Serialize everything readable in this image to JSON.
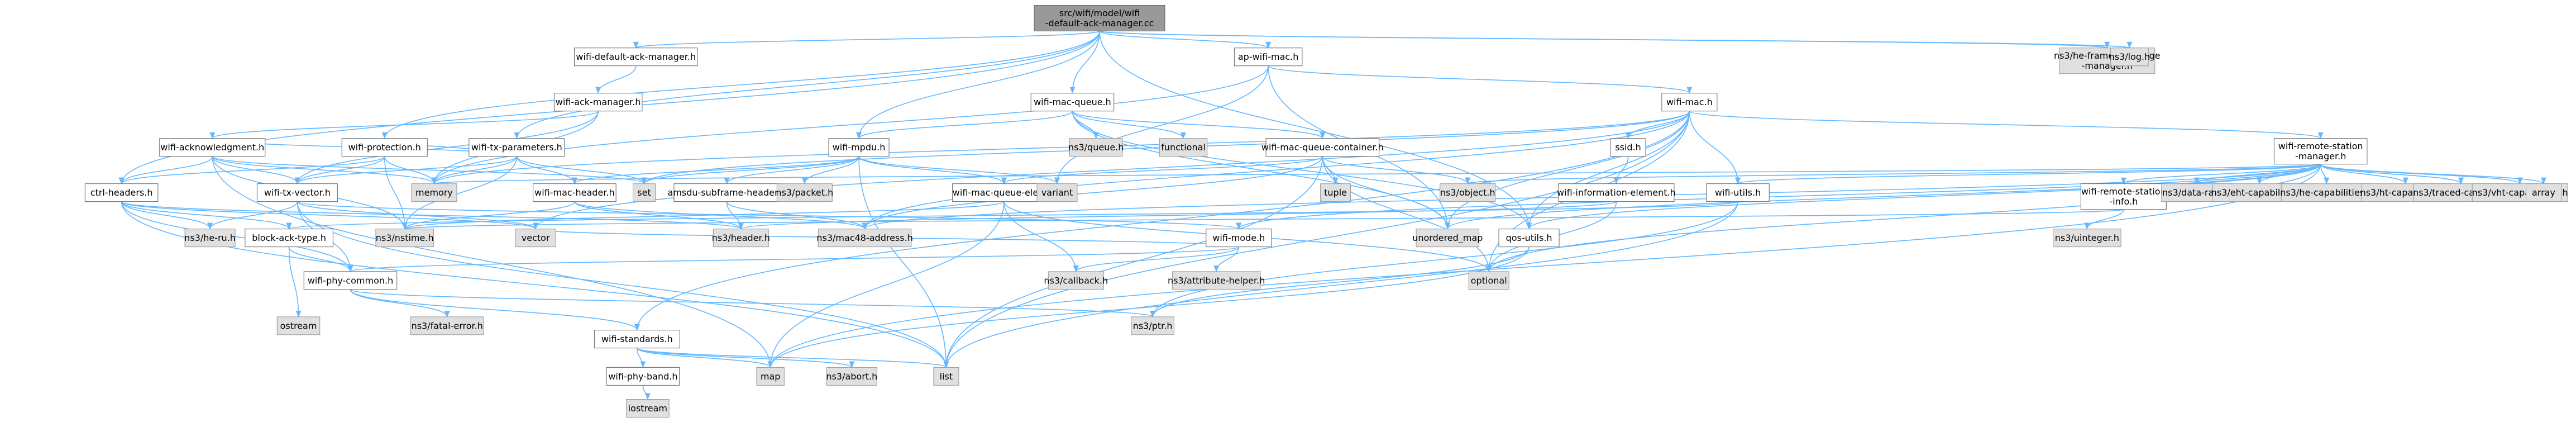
{
  "diagram": {
    "title": "",
    "nodes": [
      {
        "id": "root",
        "kind": "root",
        "label": [
          "src/wifi/model/wifi",
          "-default-ack-manager.cc"
        ]
      },
      {
        "id": "wdam",
        "kind": "proj",
        "label": [
          "wifi-default-ack-manager.h"
        ]
      },
      {
        "id": "wam",
        "kind": "proj",
        "label": [
          "wifi-ack-manager.h"
        ]
      },
      {
        "id": "wack",
        "kind": "proj",
        "label": [
          "wifi-acknowledgment.h"
        ]
      },
      {
        "id": "wprot",
        "kind": "proj",
        "label": [
          "wifi-protection.h"
        ]
      },
      {
        "id": "ctrl",
        "kind": "proj",
        "label": [
          "ctrl-headers.h"
        ]
      },
      {
        "id": "wtv",
        "kind": "proj",
        "label": [
          "wifi-tx-vector.h"
        ]
      },
      {
        "id": "wtp",
        "kind": "proj",
        "label": [
          "wifi-tx-parameters.h"
        ]
      },
      {
        "id": "bat",
        "kind": "proj",
        "label": [
          "block-ack-type.h"
        ]
      },
      {
        "id": "wpc",
        "kind": "proj",
        "label": [
          "wifi-phy-common.h"
        ]
      },
      {
        "id": "wstd",
        "kind": "proj",
        "label": [
          "wifi-standards.h"
        ]
      },
      {
        "id": "wpb",
        "kind": "proj",
        "label": [
          "wifi-phy-band.h"
        ]
      },
      {
        "id": "wmh",
        "kind": "proj",
        "label": [
          "wifi-mac-header.h"
        ]
      },
      {
        "id": "wmpdu",
        "kind": "proj",
        "label": [
          "wifi-mpdu.h"
        ]
      },
      {
        "id": "ash",
        "kind": "proj",
        "label": [
          "amsdu-subframe-header.h"
        ]
      },
      {
        "id": "wmqe",
        "kind": "proj",
        "label": [
          "wifi-mac-queue-elem.h"
        ]
      },
      {
        "id": "wmq",
        "kind": "proj",
        "label": [
          "wifi-mac-queue.h"
        ]
      },
      {
        "id": "wmqc",
        "kind": "proj",
        "label": [
          "wifi-mac-queue-container.h"
        ]
      },
      {
        "id": "apwm",
        "kind": "proj",
        "label": [
          "ap-wifi-mac.h"
        ]
      },
      {
        "id": "wmac",
        "kind": "proj",
        "label": [
          "wifi-mac.h"
        ]
      },
      {
        "id": "ssid",
        "kind": "proj",
        "label": [
          "ssid.h"
        ]
      },
      {
        "id": "wie",
        "kind": "proj",
        "label": [
          "wifi-information-element.h"
        ]
      },
      {
        "id": "wrsm",
        "kind": "proj",
        "label": [
          "wifi-remote-station",
          "-manager.h"
        ]
      },
      {
        "id": "wrsi",
        "kind": "proj",
        "label": [
          "wifi-remote-station",
          "-info.h"
        ]
      },
      {
        "id": "wmode",
        "kind": "proj",
        "label": [
          "wifi-mode.h"
        ]
      },
      {
        "id": "qos",
        "kind": "proj",
        "label": [
          "qos-utils.h"
        ]
      },
      {
        "id": "wu",
        "kind": "proj",
        "label": [
          "wifi-utils.h"
        ]
      },
      {
        "id": "hefem",
        "kind": "ext",
        "label": [
          "ns3/he-frame-exchange",
          "-manager.h"
        ]
      },
      {
        "id": "log",
        "kind": "ext",
        "label": [
          "ns3/log.h"
        ]
      },
      {
        "id": "memory",
        "kind": "ext",
        "label": [
          "memory"
        ]
      },
      {
        "id": "heru",
        "kind": "ext",
        "label": [
          "ns3/he-ru.h"
        ]
      },
      {
        "id": "nstime",
        "kind": "ext",
        "label": [
          "ns3/nstime.h"
        ]
      },
      {
        "id": "vector",
        "kind": "ext",
        "label": [
          "vector"
        ]
      },
      {
        "id": "ostream",
        "kind": "ext",
        "label": [
          "ostream"
        ]
      },
      {
        "id": "fatal",
        "kind": "ext",
        "label": [
          "ns3/fatal-error.h"
        ]
      },
      {
        "id": "ptr",
        "kind": "ext",
        "label": [
          "ns3/ptr.h"
        ]
      },
      {
        "id": "map",
        "kind": "ext",
        "label": [
          "map"
        ]
      },
      {
        "id": "abort",
        "kind": "ext",
        "label": [
          "ns3/abort.h"
        ]
      },
      {
        "id": "list",
        "kind": "ext",
        "label": [
          "list"
        ]
      },
      {
        "id": "iostream",
        "kind": "ext",
        "label": [
          "iostream"
        ]
      },
      {
        "id": "set",
        "kind": "ext",
        "label": [
          "set"
        ]
      },
      {
        "id": "header",
        "kind": "ext",
        "label": [
          "ns3/header.h"
        ]
      },
      {
        "id": "mac48",
        "kind": "ext",
        "label": [
          "ns3/mac48-address.h"
        ]
      },
      {
        "id": "packet",
        "kind": "ext",
        "label": [
          "ns3/packet.h"
        ]
      },
      {
        "id": "callback",
        "kind": "ext",
        "label": [
          "ns3/callback.h"
        ]
      },
      {
        "id": "attrh",
        "kind": "ext",
        "label": [
          "ns3/attribute-helper.h"
        ]
      },
      {
        "id": "variant",
        "kind": "ext",
        "label": [
          "variant"
        ]
      },
      {
        "id": "queue",
        "kind": "ext",
        "label": [
          "ns3/queue.h"
        ]
      },
      {
        "id": "functional",
        "kind": "ext",
        "label": [
          "functional"
        ]
      },
      {
        "id": "tuple",
        "kind": "ext",
        "label": [
          "tuple"
        ]
      },
      {
        "id": "object",
        "kind": "ext",
        "label": [
          "ns3/object.h"
        ]
      },
      {
        "id": "umap",
        "kind": "ext",
        "label": [
          "unordered_map"
        ]
      },
      {
        "id": "optional",
        "kind": "ext",
        "label": [
          "optional"
        ]
      },
      {
        "id": "uinteger",
        "kind": "ext",
        "label": [
          "ns3/uinteger.h"
        ]
      },
      {
        "id": "datarate",
        "kind": "ext",
        "label": [
          "ns3/data-rate.h"
        ]
      },
      {
        "id": "ehtcap",
        "kind": "ext",
        "label": [
          "ns3/eht-capabilities.h"
        ]
      },
      {
        "id": "hecap",
        "kind": "ext",
        "label": [
          "ns3/he-capabilities.h"
        ]
      },
      {
        "id": "htcap",
        "kind": "ext",
        "label": [
          "ns3/ht-capabilities.h"
        ]
      },
      {
        "id": "tcb",
        "kind": "ext",
        "label": [
          "ns3/traced-callback.h"
        ]
      },
      {
        "id": "vhtcap",
        "kind": "ext",
        "label": [
          "ns3/vht-capabilities.h"
        ]
      },
      {
        "id": "array",
        "kind": "ext",
        "label": [
          "array"
        ]
      }
    ],
    "edges": [
      [
        "root",
        "wdam"
      ],
      [
        "root",
        "apwm"
      ],
      [
        "root",
        "ctrl"
      ],
      [
        "root",
        "wmpdu"
      ],
      [
        "root",
        "wmq"
      ],
      [
        "root",
        "wprot"
      ],
      [
        "root",
        "wtp"
      ],
      [
        "root",
        "qos"
      ],
      [
        "root",
        "hefem"
      ],
      [
        "root",
        "log"
      ],
      [
        "wdam",
        "wam"
      ],
      [
        "wam",
        "wack"
      ],
      [
        "wam",
        "wtv"
      ],
      [
        "wam",
        "memory"
      ],
      [
        "wack",
        "ctrl"
      ],
      [
        "wack",
        "wtv"
      ],
      [
        "wack",
        "nstime"
      ],
      [
        "wack",
        "map"
      ],
      [
        "wack",
        "memory"
      ],
      [
        "wack",
        "set"
      ],
      [
        "wprot",
        "ctrl"
      ],
      [
        "wprot",
        "wtv"
      ],
      [
        "wprot",
        "nstime"
      ],
      [
        "wprot",
        "memory"
      ],
      [
        "ctrl",
        "bat"
      ],
      [
        "ctrl",
        "heru"
      ],
      [
        "ctrl",
        "wpc"
      ],
      [
        "ctrl",
        "header"
      ],
      [
        "ctrl",
        "list"
      ],
      [
        "ctrl",
        "vector"
      ],
      [
        "wtv",
        "heru"
      ],
      [
        "wtv",
        "wmode"
      ],
      [
        "wtv",
        "wpc"
      ],
      [
        "wtv",
        "list"
      ],
      [
        "wtv",
        "vector"
      ],
      [
        "wtp",
        "wack"
      ],
      [
        "wtp",
        "wmh"
      ],
      [
        "wtp",
        "wprot"
      ],
      [
        "wtp",
        "wtv"
      ],
      [
        "wtp",
        "nstime"
      ],
      [
        "wtp",
        "memory"
      ],
      [
        "wtp",
        "set"
      ],
      [
        "bat",
        "ostream"
      ],
      [
        "bat",
        "wpc"
      ],
      [
        "wpc",
        "wstd"
      ],
      [
        "wpc",
        "fatal"
      ],
      [
        "wpc",
        "ptr"
      ],
      [
        "wstd",
        "wpb"
      ],
      [
        "wstd",
        "abort"
      ],
      [
        "wstd",
        "list"
      ],
      [
        "wstd",
        "map"
      ],
      [
        "wpb",
        "iostream"
      ],
      [
        "wmh",
        "header"
      ],
      [
        "wmh",
        "mac48"
      ],
      [
        "wmh",
        "nstime"
      ],
      [
        "wmpdu",
        "ash"
      ],
      [
        "wmpdu",
        "wmh"
      ],
      [
        "wmpdu",
        "wmqe"
      ],
      [
        "wmpdu",
        "packet"
      ],
      [
        "wmpdu",
        "list"
      ],
      [
        "wmpdu",
        "set"
      ],
      [
        "wmpdu",
        "variant"
      ],
      [
        "ash",
        "header"
      ],
      [
        "ash",
        "mac48"
      ],
      [
        "wmqe",
        "callback"
      ],
      [
        "wmqe",
        "nstime"
      ],
      [
        "wmqe",
        "map"
      ],
      [
        "wmqe",
        "optional"
      ],
      [
        "wmq",
        "wmpdu"
      ],
      [
        "wmq",
        "wmqc"
      ],
      [
        "wmq",
        "queue"
      ],
      [
        "wmq",
        "functional"
      ],
      [
        "wmq",
        "umap"
      ],
      [
        "wmq",
        "qos"
      ],
      [
        "wmqc",
        "wmqe"
      ],
      [
        "wmqc",
        "mac48"
      ],
      [
        "wmqc",
        "list"
      ],
      [
        "wmqc",
        "tuple"
      ],
      [
        "wmqc",
        "umap"
      ],
      [
        "wmqc",
        "object"
      ],
      [
        "wmqc",
        "optional"
      ],
      [
        "apwm",
        "wmac"
      ],
      [
        "apwm",
        "umap"
      ],
      [
        "apwm",
        "variant"
      ],
      [
        "apwm",
        "memory"
      ],
      [
        "wmac",
        "ssid"
      ],
      [
        "wmac",
        "wrsm"
      ],
      [
        "wmac",
        "wstd"
      ],
      [
        "wmac",
        "qos"
      ],
      [
        "wmac",
        "umap"
      ],
      [
        "wmac",
        "list"
      ],
      [
        "wmac",
        "memory"
      ],
      [
        "wmac",
        "set"
      ],
      [
        "wmac",
        "vector"
      ],
      [
        "wmac",
        "mac48"
      ],
      [
        "wmac",
        "optional"
      ],
      [
        "wmac",
        "wu"
      ],
      [
        "ssid",
        "wie"
      ],
      [
        "wie",
        "header"
      ],
      [
        "wie",
        "optional"
      ],
      [
        "wrsm",
        "wrsi"
      ],
      [
        "wrsm",
        "wu"
      ],
      [
        "wrsm",
        "qos"
      ],
      [
        "wrsm",
        "datarate"
      ],
      [
        "wrsm",
        "ehtcap"
      ],
      [
        "wrsm",
        "hecap"
      ],
      [
        "wrsm",
        "htcap"
      ],
      [
        "wrsm",
        "mac48"
      ],
      [
        "wrsm",
        "object"
      ],
      [
        "wrsm",
        "tcb"
      ],
      [
        "wrsm",
        "vhtcap"
      ],
      [
        "wrsm",
        "array"
      ],
      [
        "wrsm",
        "map"
      ],
      [
        "wrsm",
        "memory"
      ],
      [
        "wrsm",
        "optional"
      ],
      [
        "wrsm",
        "umap"
      ],
      [
        "wrsm",
        "wmode"
      ],
      [
        "wrsi",
        "nstime"
      ],
      [
        "wrsi",
        "uinteger"
      ],
      [
        "wmode",
        "wpc"
      ],
      [
        "wmode",
        "attrh"
      ],
      [
        "wmode",
        "callback"
      ],
      [
        "wmode",
        "vector"
      ],
      [
        "qos",
        "ptr"
      ],
      [
        "qos",
        "map"
      ],
      [
        "wu",
        "bat"
      ],
      [
        "wu",
        "ptr"
      ],
      [
        "wu",
        "list"
      ]
    ]
  }
}
